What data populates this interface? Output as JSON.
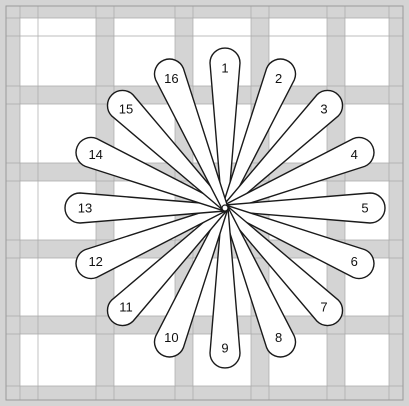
{
  "colors": {
    "canvas": "#d4d4d4",
    "mesh": "#c9c9c9",
    "cell": "#ffffff",
    "petal_fill": "#ffffff",
    "petal_stroke": "#1a1a1a",
    "label": "#111111"
  },
  "petals": [
    {
      "label": "1"
    },
    {
      "label": "2"
    },
    {
      "label": "3"
    },
    {
      "label": "4"
    },
    {
      "label": "5"
    },
    {
      "label": "6"
    },
    {
      "label": "7"
    },
    {
      "label": "8"
    },
    {
      "label": "9"
    },
    {
      "label": "10"
    },
    {
      "label": "11"
    },
    {
      "label": "12"
    },
    {
      "label": "13"
    },
    {
      "label": "14"
    },
    {
      "label": "15"
    },
    {
      "label": "16"
    }
  ]
}
